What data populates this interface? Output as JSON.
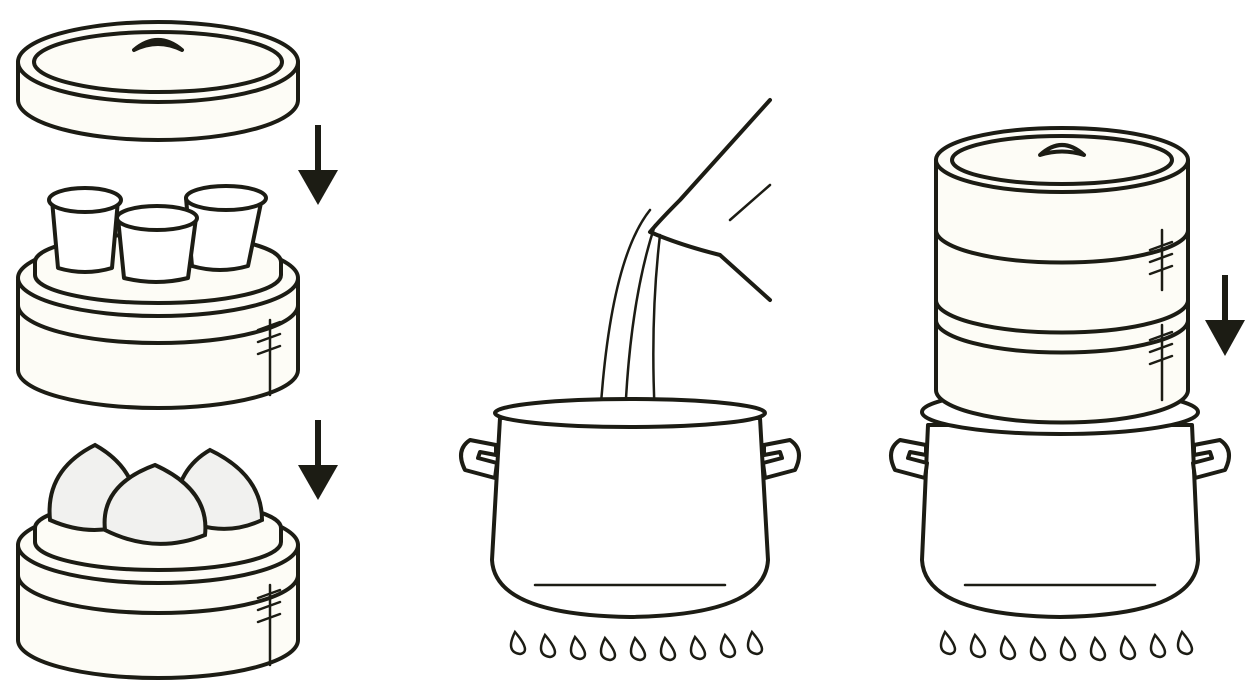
{
  "illustration": {
    "steps": [
      {
        "icon": "steamer-basket-stack-icon",
        "contents": [
          "steamer-lid",
          "shumai-basket",
          "bao-bun-basket"
        ]
      },
      {
        "icon": "pour-water-into-pot-icon"
      },
      {
        "icon": "steamer-on-pot-icon"
      }
    ],
    "colors": {
      "line": "#1c1c14",
      "bamboo": "#fdfcf6",
      "background": "#ffffff",
      "bun": "#f1f1ef"
    }
  }
}
